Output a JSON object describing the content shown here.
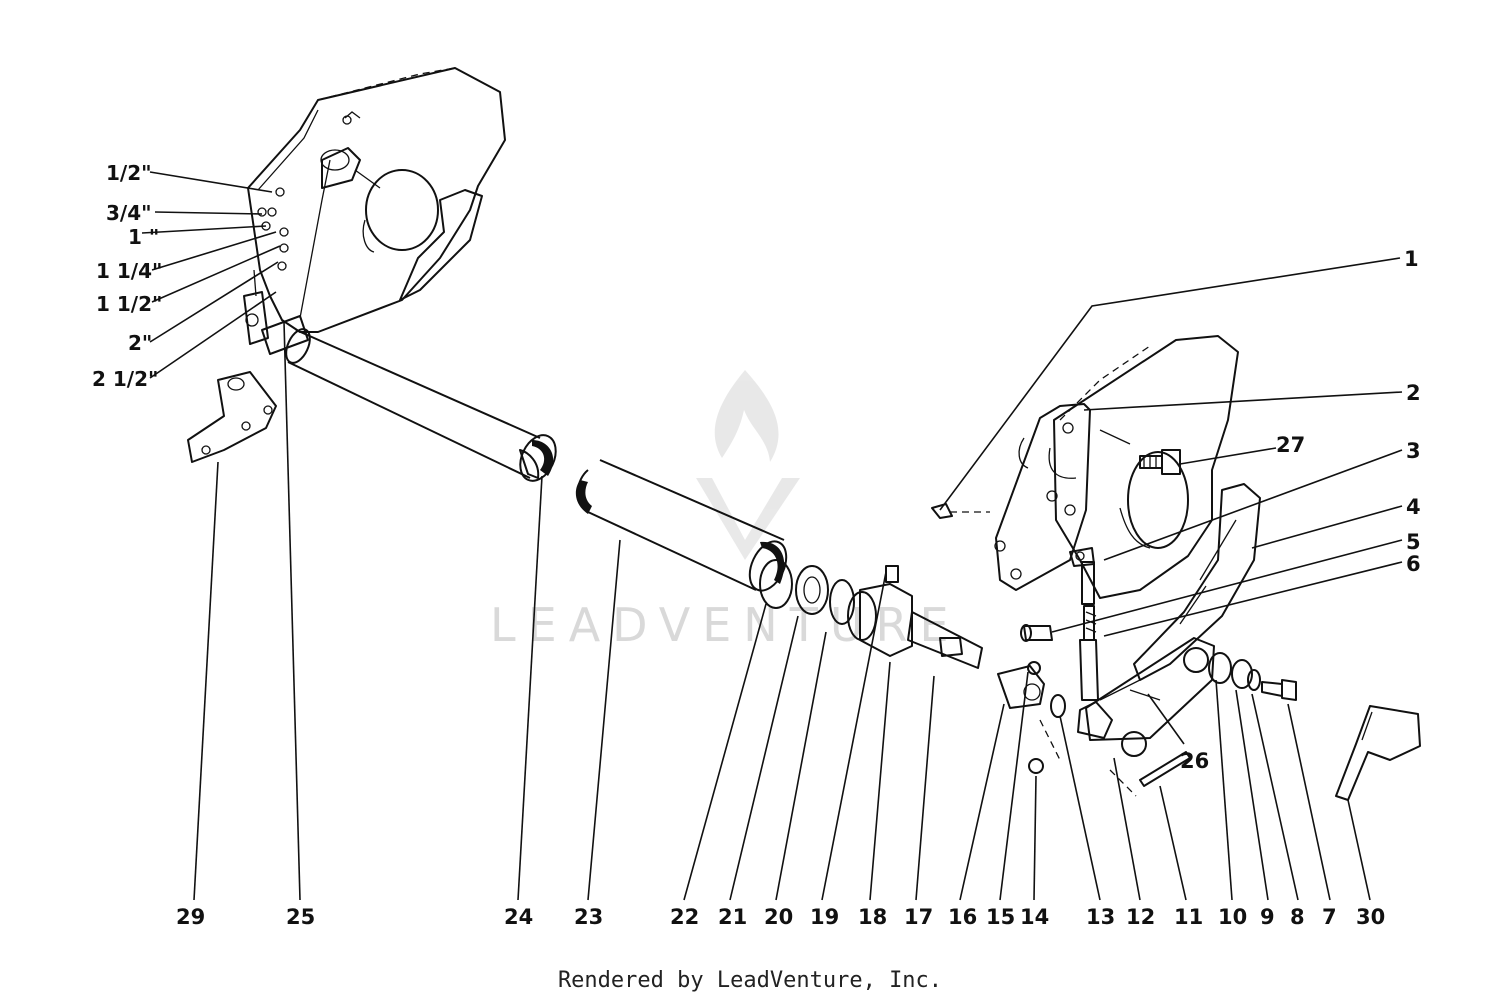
{
  "watermark": {
    "text": "LEADVENTURE"
  },
  "footer": {
    "text": "Rendered by LeadVenture, Inc."
  },
  "hole_sizes": [
    "1/2\"",
    "3/4\"",
    "1 \"",
    "1 1/4\"",
    "1 1/2\"",
    "2\"",
    "2 1/2\""
  ],
  "callouts_right": [
    "1",
    "2",
    "27",
    "3",
    "4",
    "5",
    "6",
    "26"
  ],
  "callouts_bottom": [
    "29",
    "25",
    "24",
    "23",
    "22",
    "21",
    "20",
    "19",
    "18",
    "17",
    "16",
    "15",
    "14",
    "13",
    "12",
    "11",
    "10",
    "9",
    "8",
    "7",
    "30"
  ]
}
